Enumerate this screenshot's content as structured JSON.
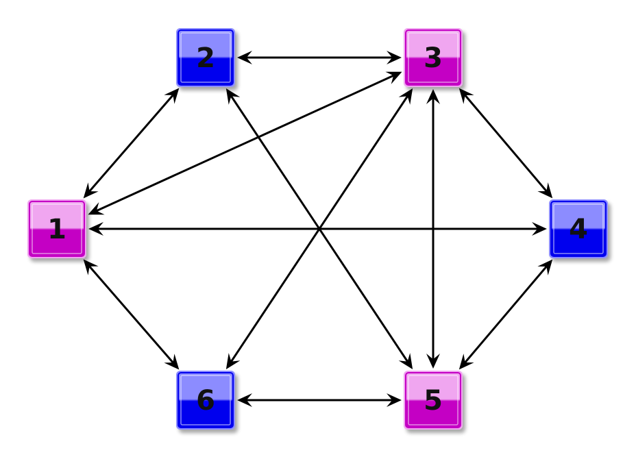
{
  "colors": {
    "magenta": "#c400c4",
    "magenta_light": "#f0a6f0",
    "blue": "#0000ee",
    "blue_light": "#8c8cff",
    "edge": "#000000"
  },
  "nodes": [
    {
      "id": "1",
      "label": "1",
      "color": "magenta"
    },
    {
      "id": "2",
      "label": "2",
      "color": "blue"
    },
    {
      "id": "3",
      "label": "3",
      "color": "magenta"
    },
    {
      "id": "4",
      "label": "4",
      "color": "blue"
    },
    {
      "id": "5",
      "label": "5",
      "color": "magenta"
    },
    {
      "id": "6",
      "label": "6",
      "color": "blue"
    }
  ],
  "edges": [
    {
      "from": "2",
      "to": "3",
      "bidirectional": true
    },
    {
      "from": "1",
      "to": "2",
      "bidirectional": true
    },
    {
      "from": "1",
      "to": "3",
      "bidirectional": true
    },
    {
      "from": "3",
      "to": "4",
      "bidirectional": true
    },
    {
      "from": "1",
      "to": "4",
      "bidirectional": true
    },
    {
      "from": "2",
      "to": "5",
      "bidirectional": true
    },
    {
      "from": "3",
      "to": "6",
      "bidirectional": true
    },
    {
      "from": "3",
      "to": "5",
      "bidirectional": true
    },
    {
      "from": "4",
      "to": "5",
      "bidirectional": true
    },
    {
      "from": "1",
      "to": "6",
      "bidirectional": true
    },
    {
      "from": "6",
      "to": "5",
      "bidirectional": true
    }
  ]
}
